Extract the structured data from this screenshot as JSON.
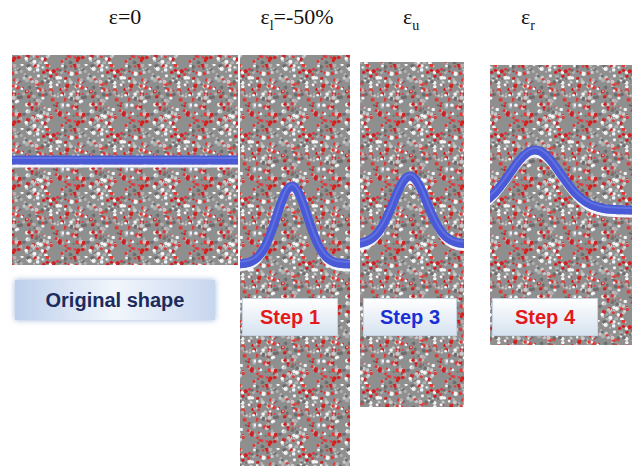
{
  "diagram": {
    "nodes": [
      {
        "text": [
          "Original shape"
        ]
      },
      {
        "text": [
          "Step 1"
        ]
      },
      {
        "text": [
          "Step 3"
        ]
      },
      {
        "text": [
          "Step 4"
        ]
      }
    ],
    "labels": [
      "ε=0",
      "ε",
      "l",
      "=-50%",
      "ε",
      "u",
      "ε",
      "r"
    ]
  }
}
